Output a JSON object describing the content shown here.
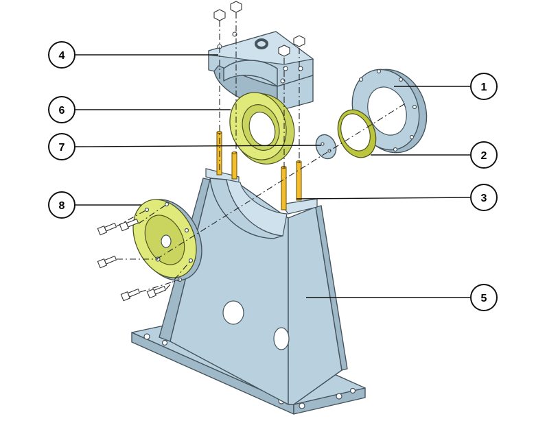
{
  "callouts": [
    {
      "id": "1",
      "label": "1"
    },
    {
      "id": "2",
      "label": "2"
    },
    {
      "id": "3",
      "label": "3"
    },
    {
      "id": "4",
      "label": "4"
    },
    {
      "id": "5",
      "label": "5"
    },
    {
      "id": "6",
      "label": "6"
    },
    {
      "id": "7",
      "label": "7"
    },
    {
      "id": "8",
      "label": "8"
    }
  ],
  "colors": {
    "steel": "#b9d1df",
    "bearing": "#e0ea7b",
    "studs": "#f2be2e",
    "outline": "#44535c"
  }
}
